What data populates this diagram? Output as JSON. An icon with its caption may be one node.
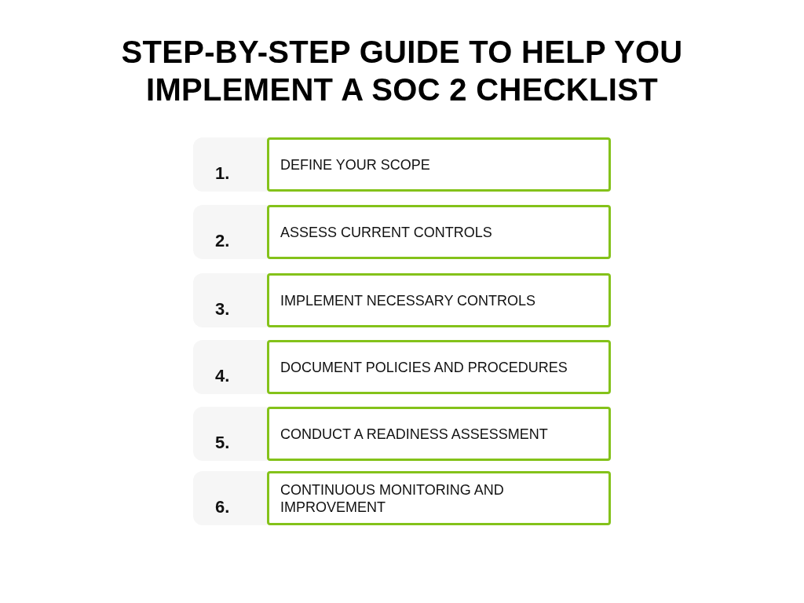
{
  "diagram": {
    "title": "STEP-BY-STEP GUIDE TO HELP YOU IMPLEMENT A SOC 2 CHECKLIST",
    "nodes": [
      {
        "text": [
          "1."
        ]
      },
      {
        "text": [
          "DEFINE YOUR SCOPE"
        ]
      },
      {
        "text": [
          "2."
        ]
      },
      {
        "text": [
          "ASSESS CURRENT CONTROLS"
        ]
      },
      {
        "text": [
          "3."
        ]
      },
      {
        "text": [
          "IMPLEMENT NECESSARY CONTROLS"
        ]
      },
      {
        "text": [
          "4."
        ]
      },
      {
        "text": [
          "DOCUMENT POLICIES AND PROCEDURES"
        ]
      },
      {
        "text": [
          "5."
        ]
      },
      {
        "text": [
          "CONDUCT A READINESS ASSESSMENT"
        ]
      },
      {
        "text": [
          "6."
        ]
      },
      {
        "text": [
          "CONTINUOUS MONITORING AND IMPROVEMENT"
        ]
      }
    ]
  }
}
